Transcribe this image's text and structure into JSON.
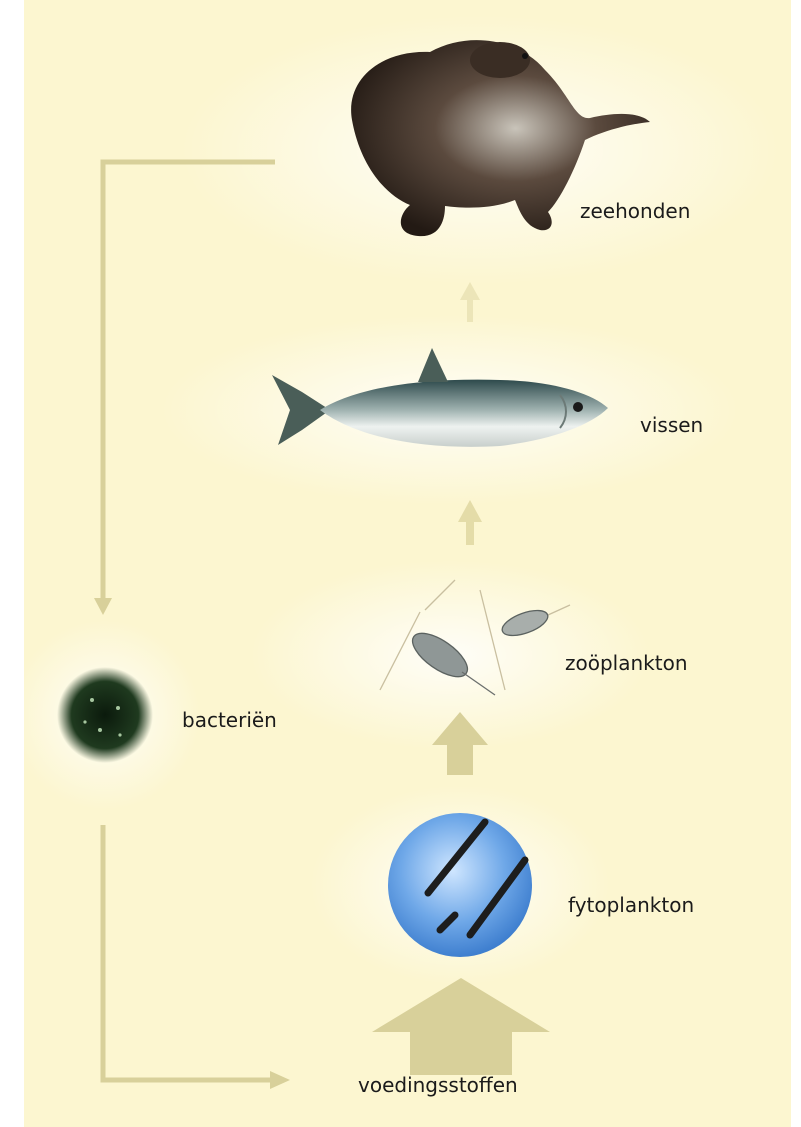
{
  "nodes": {
    "seals": {
      "label": "zeehonden"
    },
    "fish": {
      "label": "vissen"
    },
    "zooplankton": {
      "label": "zoöplankton"
    },
    "bacteria": {
      "label": "bacteriën"
    },
    "phytoplankton": {
      "label": "fytoplankton"
    },
    "nutrients": {
      "label": "voedingsstoffen"
    }
  },
  "colors": {
    "background": "#fcf6d0",
    "arrow": "#d8d09a",
    "arrow_light": "#ece5b8",
    "text": "#1b1b1b"
  }
}
